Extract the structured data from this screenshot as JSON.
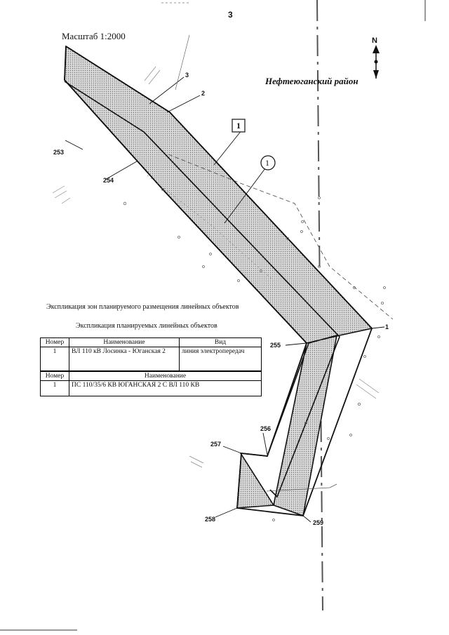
{
  "page_number": "3",
  "scale": "Масштаб 1:2000",
  "district": "Нефтеюганский район",
  "north_label": "N",
  "point_labels": {
    "p3": "3",
    "p2": "2",
    "p253": "253",
    "p254": "254",
    "p1": "1",
    "p255": "255",
    "p256": "256",
    "p257": "257",
    "p258": "258",
    "p259": "259"
  },
  "callouts": {
    "square": "1",
    "circle": "1"
  },
  "titles": {
    "zones": "Экспликация зон планируемого размещения линейных объектов",
    "objects": "Экспликация планируемых линейных объектов"
  },
  "table_objects": {
    "headers": {
      "number": "Номер",
      "name": "Наименование",
      "type": "Вид"
    },
    "rows": [
      {
        "number": "1",
        "name": "ВЛ 110 кВ Лосинка - Юганская 2",
        "type": "линия электропередач"
      }
    ]
  },
  "table_zones": {
    "headers": {
      "number": "Номер",
      "name": "Наименование"
    },
    "rows": [
      {
        "number": "1",
        "name": "ПС 110/35/6 КВ ЮГАНСКАЯ 2 С ВЛ 110 КВ"
      }
    ]
  },
  "colors": {
    "zone_fill": "#c9c9c9",
    "ink": "#111111"
  }
}
